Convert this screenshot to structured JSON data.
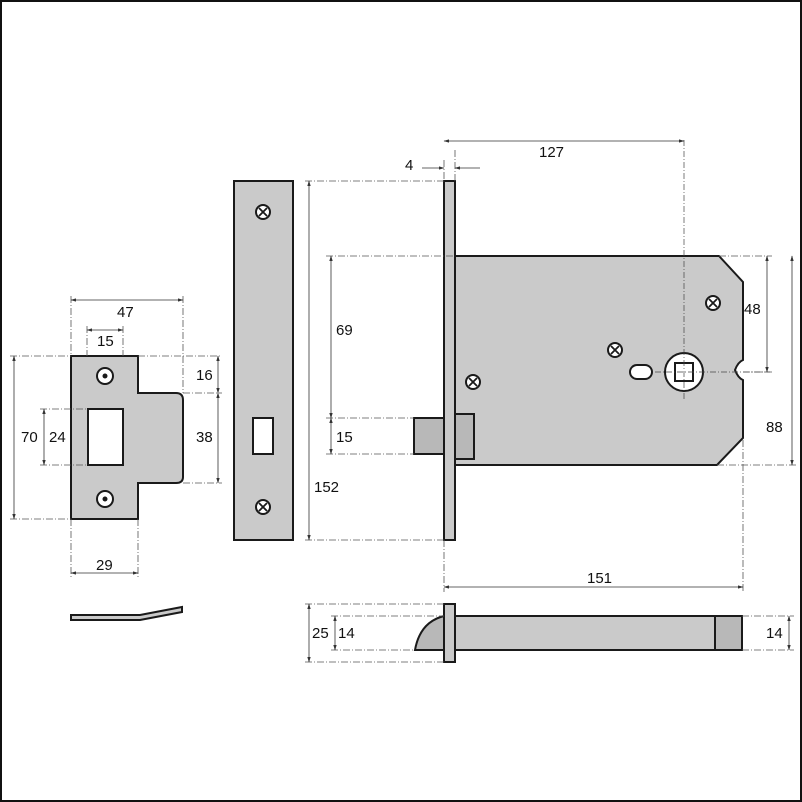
{
  "dimensions": {
    "strike_width": "47",
    "strike_hole_offset": "15",
    "strike_top_offset": "16",
    "strike_height": "70",
    "strike_opening_height": "24",
    "strike_lip_height": "38",
    "strike_plate_width": "29",
    "faceplate_thickness": "4",
    "backset": "127",
    "case_top_to_hub": "69",
    "latch_height": "15",
    "faceplate_height": "152",
    "case_right_offset": "48",
    "case_height": "88",
    "case_depth": "151",
    "latch_outer_height": "25",
    "latch_inner_height": "14",
    "tail_height": "14"
  },
  "colors": {
    "part_fill": "#cacaca",
    "outline": "#1a1a1a",
    "background": "#ffffff"
  }
}
